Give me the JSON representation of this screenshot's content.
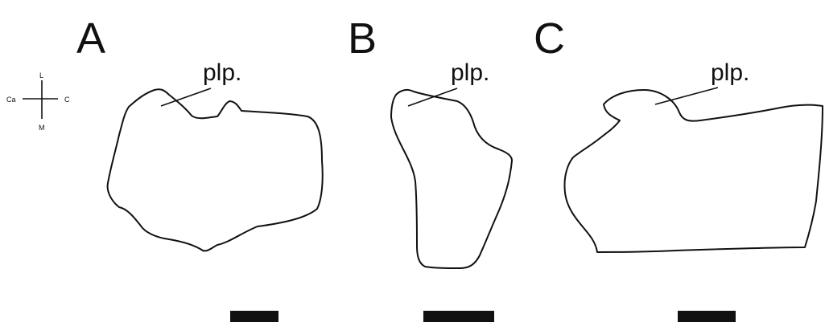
{
  "panels": [
    {
      "letter": "A",
      "label": "plp."
    },
    {
      "letter": "B",
      "label": "plp."
    },
    {
      "letter": "C",
      "label": "plp."
    }
  ],
  "compass": {
    "top": "L",
    "bottom": "M",
    "left": "Ca",
    "right": "C"
  }
}
